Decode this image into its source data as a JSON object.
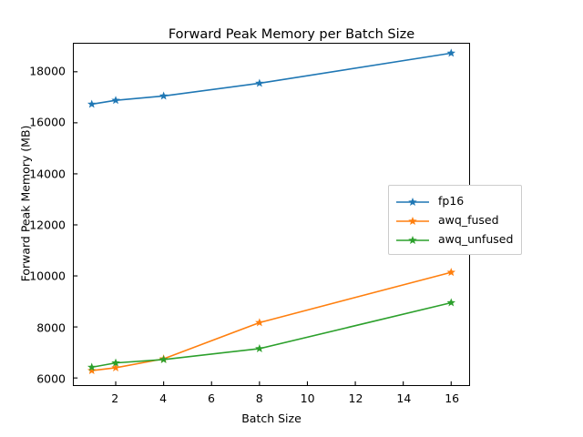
{
  "chart_data": {
    "type": "line",
    "title": "Forward Peak Memory per Batch Size",
    "xlabel": "Batch Size",
    "ylabel": "Forward Peak Memory (MB)",
    "x": [
      1,
      2,
      4,
      8,
      16
    ],
    "xlim": [
      0.25,
      16.75
    ],
    "ylim": [
      5720,
      19100
    ],
    "grid": false,
    "legend_position": "center right",
    "marker": "star",
    "xticks": [
      2,
      4,
      6,
      8,
      10,
      12,
      14,
      16
    ],
    "xtick_labels": [
      "2",
      "4",
      "6",
      "8",
      "10",
      "12",
      "14",
      "16"
    ],
    "yticks": [
      6000,
      8000,
      10000,
      12000,
      14000,
      16000,
      18000
    ],
    "ytick_labels": [
      "6000",
      "8000",
      "10000",
      "12000",
      "14000",
      "16000",
      "18000"
    ],
    "series": [
      {
        "name": "fp16",
        "color": "#1f77b4",
        "values": [
          16730,
          16880,
          17050,
          17550,
          18730
        ]
      },
      {
        "name": "awq_fused",
        "color": "#ff7f0e",
        "values": [
          6290,
          6400,
          6750,
          8170,
          10140
        ]
      },
      {
        "name": "awq_unfused",
        "color": "#2ca02c",
        "values": [
          6420,
          6590,
          6720,
          7150,
          8950
        ]
      }
    ]
  },
  "legend": {
    "items": [
      {
        "label": "fp16"
      },
      {
        "label": "awq_fused"
      },
      {
        "label": "awq_unfused"
      }
    ]
  }
}
